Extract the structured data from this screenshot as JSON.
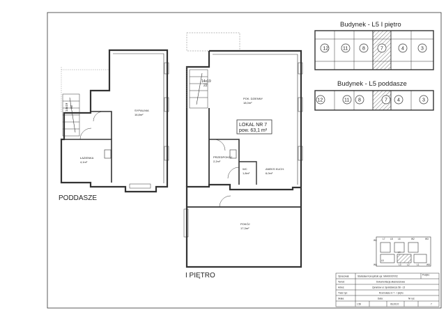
{
  "sheet": {
    "title_block": {
      "designer_label": "Opracował:",
      "designer_value": "Stanisław Konopiński upr. MA/KK/007/02",
      "signature_label": "Podpis:",
      "subject_label": "Temat:",
      "subject_value": "Dokumentacja własnościowa",
      "address_label": "Adres:",
      "address_value": "Żyrardów ul. Spółdzielcza 58 - L5",
      "content_label": "Treść rys:",
      "content_value": "Rzut lokalu nr 7 - I piętro",
      "scale_label": "Skala:",
      "scale_value": "1:50",
      "date_label": "Data:",
      "date_value": "06.2017r.",
      "sheet_label": "Nr rys:",
      "sheet_value": "7"
    }
  },
  "plans": {
    "attic_label": "PODDASZE",
    "floor_label": "I PIĘTRO",
    "apartment_label": "LOKAL NR 7",
    "apartment_area": "pow. 63,1 m²",
    "attic_stair": "14x19\n22",
    "floor_stair": "14x19\n22",
    "attic_rooms": [
      {
        "name": "SYPIALNIA",
        "area": "16,8m²"
      },
      {
        "name": "ŁAZIENKA",
        "area": "4,1m²"
      }
    ],
    "floor_rooms": [
      {
        "name": "POK. DZIENNY",
        "area": "18,0m²"
      },
      {
        "name": "PRZEDPOKÓJ",
        "area": "2,2m²"
      },
      {
        "name": "WC",
        "area": "1,8m²"
      },
      {
        "name": "ANEKS KUCH.",
        "area": "6,0m²"
      },
      {
        "name": "POKÓJ",
        "area": "17,3m²"
      }
    ]
  },
  "keyplans": {
    "floor_title": "Budynek - L5 I piętro",
    "attic_title": "Budynek - L5 poddasze",
    "unit_numbers": [
      "12",
      "11",
      "8",
      "7",
      "4",
      "3"
    ],
    "highlighted_unit": "7",
    "site_labels": [
      "W1",
      "L7",
      "L8",
      "L6",
      "W2",
      "W3",
      "L4",
      "L5",
      "L3",
      "L2",
      "L1",
      "W4",
      "W5"
    ]
  }
}
